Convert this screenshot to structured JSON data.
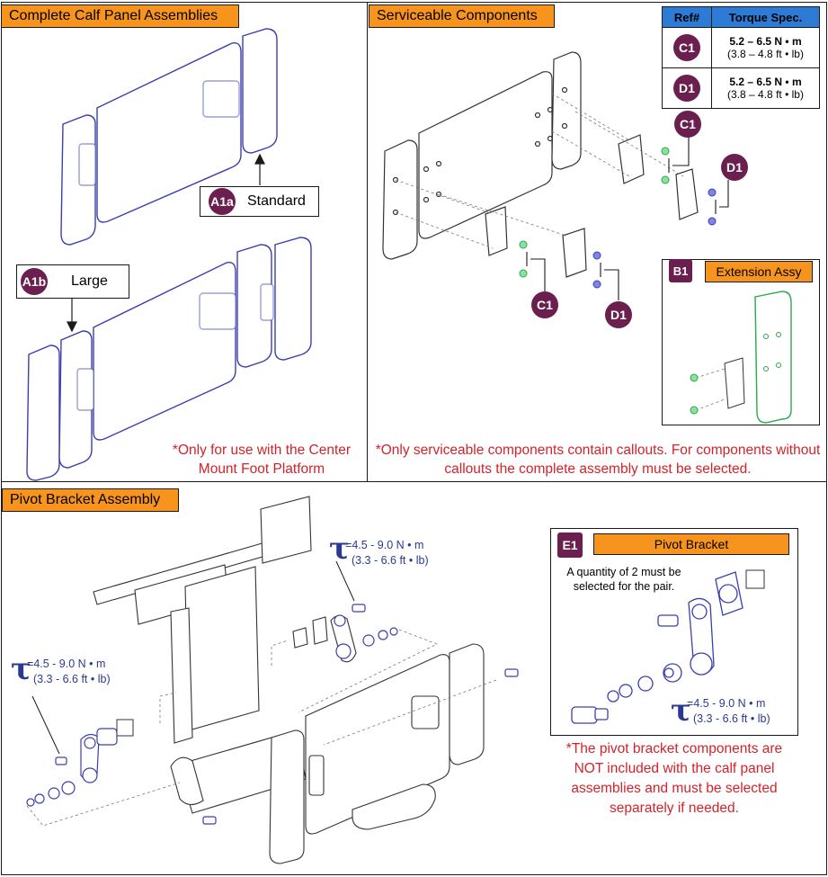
{
  "panels": {
    "calf": {
      "title": "Complete Calf Panel Assemblies"
    },
    "service": {
      "title": "Serviceable Components"
    },
    "pivot": {
      "title": "Pivot Bracket Assembly"
    }
  },
  "callouts": {
    "a1a": {
      "code": "A1a",
      "label": "Standard"
    },
    "a1b": {
      "code": "A1b",
      "label": "Large"
    },
    "c1": "C1",
    "d1": "D1",
    "b1": {
      "code": "B1",
      "label": "Extension Assy"
    },
    "e1": {
      "code": "E1",
      "label": "Pivot Bracket"
    }
  },
  "torque_table": {
    "headers": [
      "Ref#",
      "Torque Spec."
    ],
    "rows": [
      {
        "ref": "C1",
        "metric": "5.2 – 6.5 N • m",
        "imperial": "(3.8 – 4.8 ft • lb)"
      },
      {
        "ref": "D1",
        "metric": "5.2 – 6.5 N • m",
        "imperial": "(3.8 – 4.8 ft • lb)"
      }
    ]
  },
  "torque_spec": {
    "symbol": "τ",
    "metric": "4.5 - 9.0 N • m",
    "imperial": "(3.3 - 6.6 ft • lb)"
  },
  "notes": {
    "calf": "*Only for use with the Center Mount Foot Platform",
    "service": "*Only serviceable components contain callouts. For components without callouts the complete assembly must be selected.",
    "pivot": "*The pivot bracket components are NOT included with the calf panel assemblies and must be selected separately if needed.",
    "quantity": "A quantity of 2 must be selected for the pair."
  },
  "colors": {
    "header_orange": "#f7941d",
    "badge_purple": "#6b1f4e",
    "note_red": "#d2232a",
    "torque_blue": "#2b3a8f",
    "table_header_blue": "#2e7bd6",
    "calf_line_blue": "#3a3fb0",
    "ext_line_green": "#2aa84a"
  }
}
